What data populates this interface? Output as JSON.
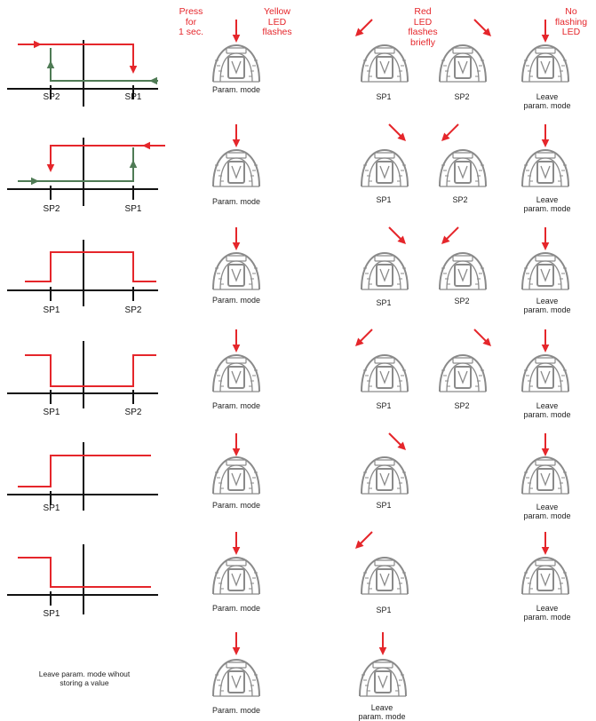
{
  "colors": {
    "red": "#e5262b",
    "green": "#4f7b55",
    "axis": "#111111",
    "device": "#8a8a8a"
  },
  "icons": {
    "arrow": "red-arrow-icon",
    "device": "sensor-button-icon"
  },
  "headers": {
    "press": [
      "Press",
      "for",
      "1 sec."
    ],
    "yellow": [
      "Yellow",
      "LED",
      "flashes"
    ],
    "red": [
      "Red",
      "LED",
      "flashes",
      "briefly"
    ],
    "no_flash": [
      "No",
      "flashing",
      "LED"
    ]
  },
  "labels": {
    "sp1": "SP1",
    "sp2": "SP2",
    "param_mode": "Param. mode",
    "leave": [
      "Leave",
      "param. mode"
    ],
    "leave_no_store": [
      "Leave param. mode wihout",
      "storing a value"
    ]
  },
  "rows": [
    {
      "graph": "hysteresis-a",
      "axis_labels": [
        "SP2",
        "SP1"
      ],
      "steps": [
        [
          "SP1",
          "sw"
        ],
        [
          "SP2",
          "se"
        ]
      ]
    },
    {
      "graph": "hysteresis-b",
      "axis_labels": [
        "SP2",
        "SP1"
      ],
      "steps": [
        [
          "SP1",
          "se"
        ],
        [
          "SP2",
          "sw"
        ]
      ]
    },
    {
      "graph": "window-a",
      "axis_labels": [
        "SP1",
        "SP2"
      ],
      "steps": [
        [
          "SP1",
          "se"
        ],
        [
          "SP2",
          "sw"
        ]
      ]
    },
    {
      "graph": "window-b",
      "axis_labels": [
        "SP1",
        "SP2"
      ],
      "steps": [
        [
          "SP1",
          "sw"
        ],
        [
          "SP2",
          "se"
        ]
      ]
    },
    {
      "graph": "single-a",
      "axis_labels": [
        "SP1"
      ],
      "steps": [
        [
          "SP1",
          "se"
        ]
      ]
    },
    {
      "graph": "single-b",
      "axis_labels": [
        "SP1"
      ],
      "steps": [
        [
          "SP1",
          "sw"
        ]
      ]
    },
    {
      "graph": "none",
      "axis_labels": [],
      "steps": []
    }
  ]
}
